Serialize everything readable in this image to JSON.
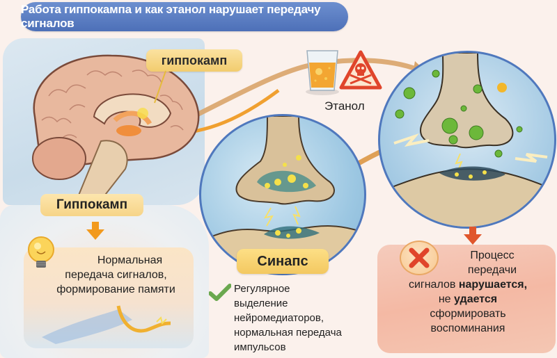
{
  "title": "Работа гиппокампа и как этанол нарушает передачу сигналов",
  "brain_section": {
    "callout_label": "гиппокамп",
    "section_label": "Гиппокамп",
    "description_lines": [
      "Нормальная",
      "передача сигналов,",
      "формирование памяти"
    ]
  },
  "ethanol": {
    "label": "Этанол"
  },
  "synapse_section": {
    "label": "Синапс",
    "description_lines": [
      "Регулярное",
      "выделение",
      "нейромедиаторов,",
      "нормальная передача",
      "импульсов"
    ]
  },
  "disruption_section": {
    "line1": "Процесс",
    "line2": "передачи",
    "line3_prefix": "сигналов ",
    "line3_bold": "нарушается,",
    "line4_prefix": "не ",
    "line4_bold": "удается",
    "line5": "сформировать",
    "line6": "воспоминания"
  },
  "colors": {
    "title_banner": "#5579bf",
    "label_yellow": "#f6d488",
    "arrow_orange": "#f29a1e",
    "arrow_red": "#e0562c",
    "circle_border": "#4f78bd",
    "disrupt_box": "#f3b49e",
    "check_green": "#6aa84f",
    "x_red": "#e0452b"
  }
}
